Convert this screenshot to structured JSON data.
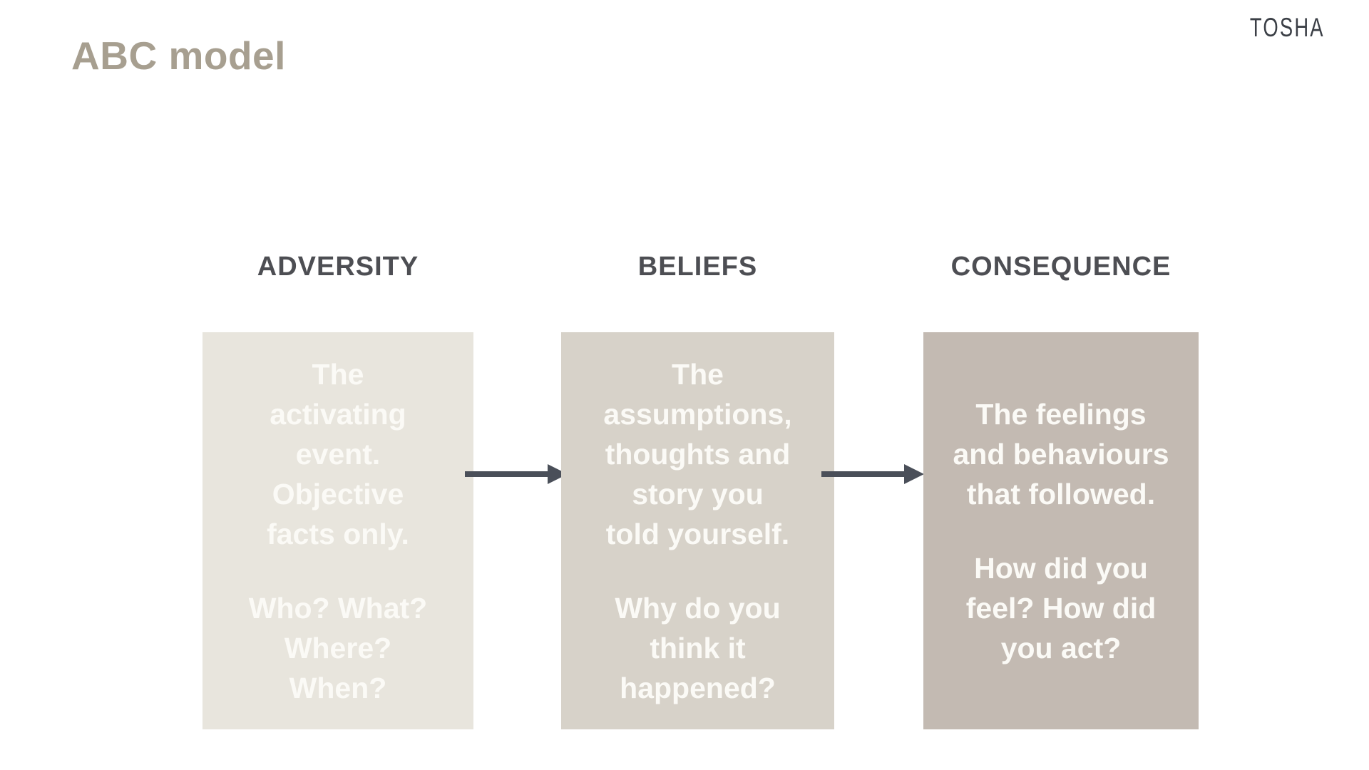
{
  "slide": {
    "title": "ABC model",
    "brand": "TOSHA",
    "model": {
      "columns": [
        {
          "header": "ADVERSITY",
          "body": "The\nactivating\nevent.\nObjective\nfacts only.",
          "prompt": "Who? What?\nWhere?\nWhen?",
          "box_color": "#e8e5dd"
        },
        {
          "header": "BELIEFS",
          "body": "The\nassumptions,\nthoughts and\nstory you\ntold yourself.",
          "prompt": "Why do you\nthink it\nhappened?",
          "box_color": "#d7d2c9"
        },
        {
          "header": "CONSEQUENCE",
          "body": "The feelings\nand behaviours\nthat followed.",
          "prompt": "How did you\nfeel? How did\nyou act?",
          "box_color": "#c3bab2"
        }
      ]
    },
    "colors": {
      "background": "#ffffff",
      "title_text": "#a79f90",
      "brand_text": "#3b3f46",
      "header_text": "#4d4e53",
      "box_text": "#fbfaf6",
      "arrow": "#4a4f59"
    }
  }
}
